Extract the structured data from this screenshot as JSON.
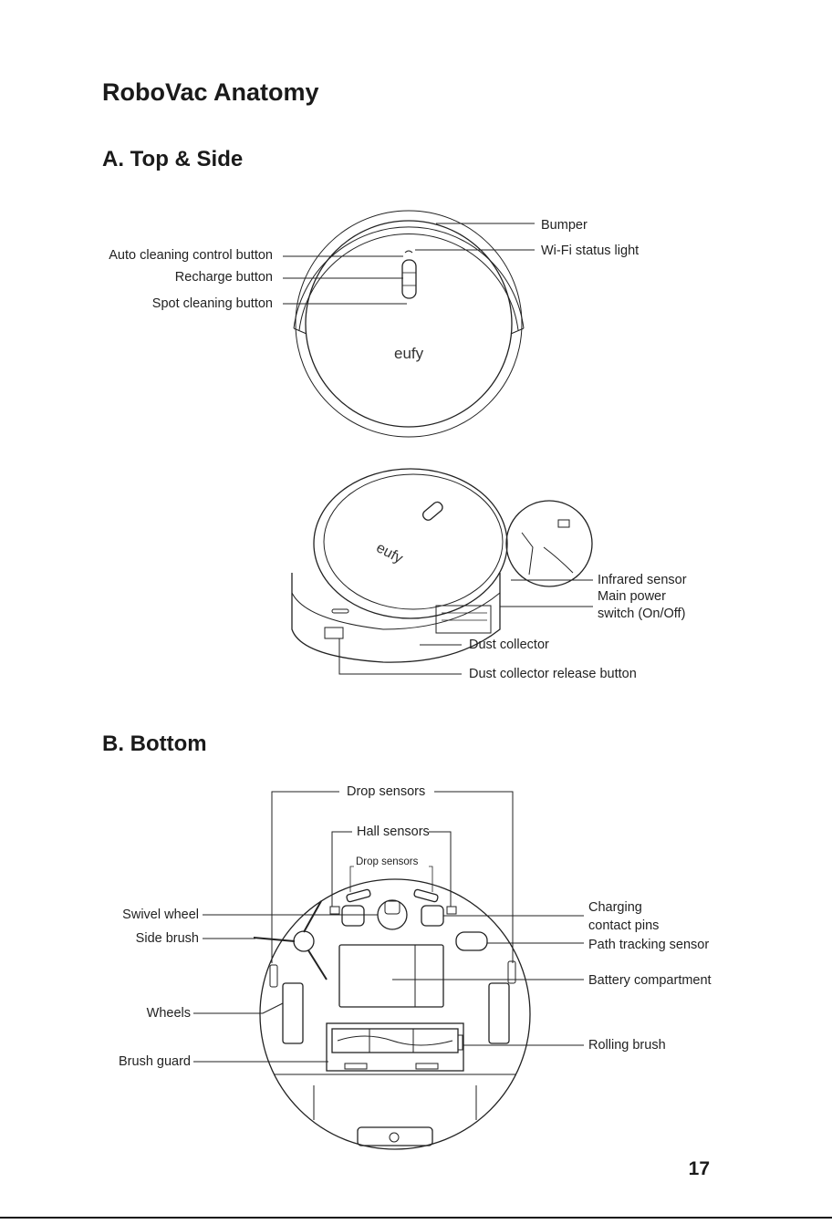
{
  "page": {
    "title": "RoboVac Anatomy",
    "page_number": "17"
  },
  "section_a": {
    "heading": "A. Top & Side",
    "top_view": {
      "brand": "eufy",
      "labels": {
        "bumper": "Bumper",
        "wifi": "Wi-Fi status light",
        "auto": "Auto cleaning control button",
        "recharge": "Recharge button",
        "spot": "Spot cleaning button"
      }
    },
    "side_view": {
      "brand": "eufy",
      "labels": {
        "infrared": "Infrared sensor",
        "main_power": "Main power",
        "switch": "switch (On/Off)",
        "dust": "Dust collector",
        "dust_release": "Dust collector release button"
      }
    }
  },
  "section_b": {
    "heading": "B. Bottom",
    "labels": {
      "drop_top": "Drop sensors",
      "hall": "Hall sensors",
      "drop_inner": "Drop sensors",
      "swivel": "Swivel wheel",
      "side_brush": "Side brush",
      "wheels": "Wheels",
      "brush_guard": "Brush guard",
      "charging": "Charging",
      "contact_pins": "contact pins",
      "path": "Path tracking sensor",
      "battery": "Battery compartment",
      "rolling": "Rolling brush"
    }
  }
}
